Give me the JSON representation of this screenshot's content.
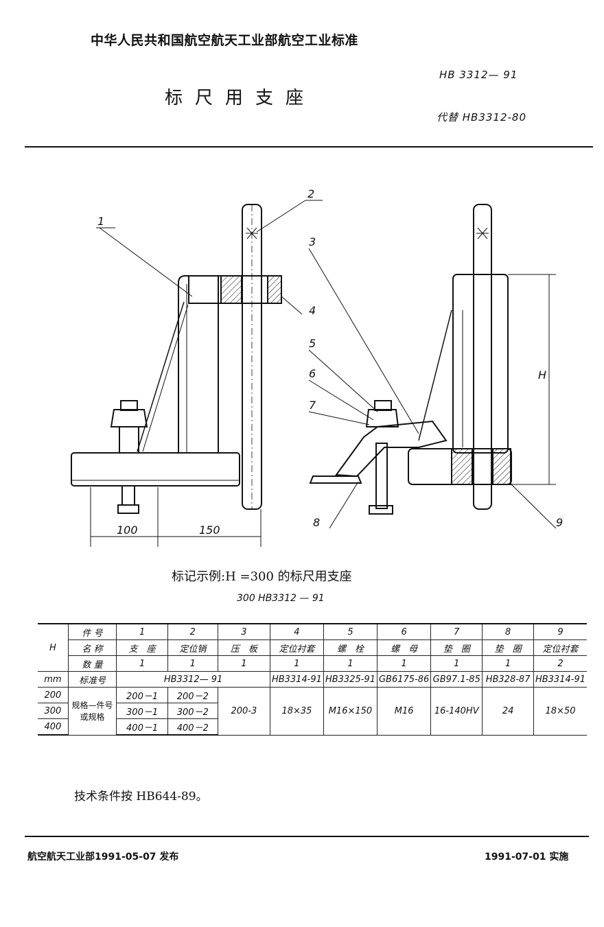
{
  "header": {
    "organization": "中华人民共和国航空航天工业部航空工业标准",
    "title": "标尺用支座",
    "standard_number": "HB 3312— 91",
    "replaces": "代替 HB3312-80"
  },
  "drawing": {
    "callouts": [
      "1",
      "2",
      "3",
      "4",
      "5",
      "6",
      "7",
      "8",
      "9"
    ],
    "dim_left": "100",
    "dim_right": "150",
    "dim_height": "H"
  },
  "example": {
    "label": "标记示例:H =300 的标尺用支座",
    "code": "300 HB3312 — 91"
  },
  "parts_table": {
    "row_part_no": {
      "label": "件 号",
      "H_header": "H",
      "values": [
        "1",
        "2",
        "3",
        "4",
        "5",
        "6",
        "7",
        "8",
        "9"
      ]
    },
    "row_name": {
      "label": "名 称",
      "values": [
        "支　座",
        "定位销",
        "压　板",
        "定位衬套",
        "螺　栓",
        "螺　母",
        "垫　圈",
        "垫　圈",
        "定位衬套"
      ]
    },
    "row_qty": {
      "label": "数 量",
      "values": [
        "1",
        "1",
        "1",
        "1",
        "1",
        "1",
        "1",
        "1",
        "2"
      ]
    },
    "row_std": {
      "unit": "mm",
      "label": "标准号",
      "std_main": "HB3312— 91",
      "values": [
        "HB3314-91",
        "HB3325-91",
        "GB6175-86",
        "GB97.1-85",
        "HB328-87",
        "HB3314-91"
      ]
    },
    "spec_label": "规格—件号或规格",
    "spec_rows": [
      {
        "H": "200",
        "p1": "200－1",
        "p2": "200－2"
      },
      {
        "H": "300",
        "p1": "300－1",
        "p2": "300－2"
      },
      {
        "H": "400",
        "p1": "400－1",
        "p2": "400－2"
      }
    ],
    "spec_common": {
      "p3": "200-3",
      "p4": "18×35",
      "p5": "M16×150",
      "p6": "M16",
      "p7": "16-140HV",
      "p8": "24",
      "p9": "18×50"
    }
  },
  "tech_note": "技术条件按 HB644-89。",
  "footer": {
    "issued": "航空航天工业部1991-05-07 发布",
    "effective": "1991-07-01 实施"
  }
}
